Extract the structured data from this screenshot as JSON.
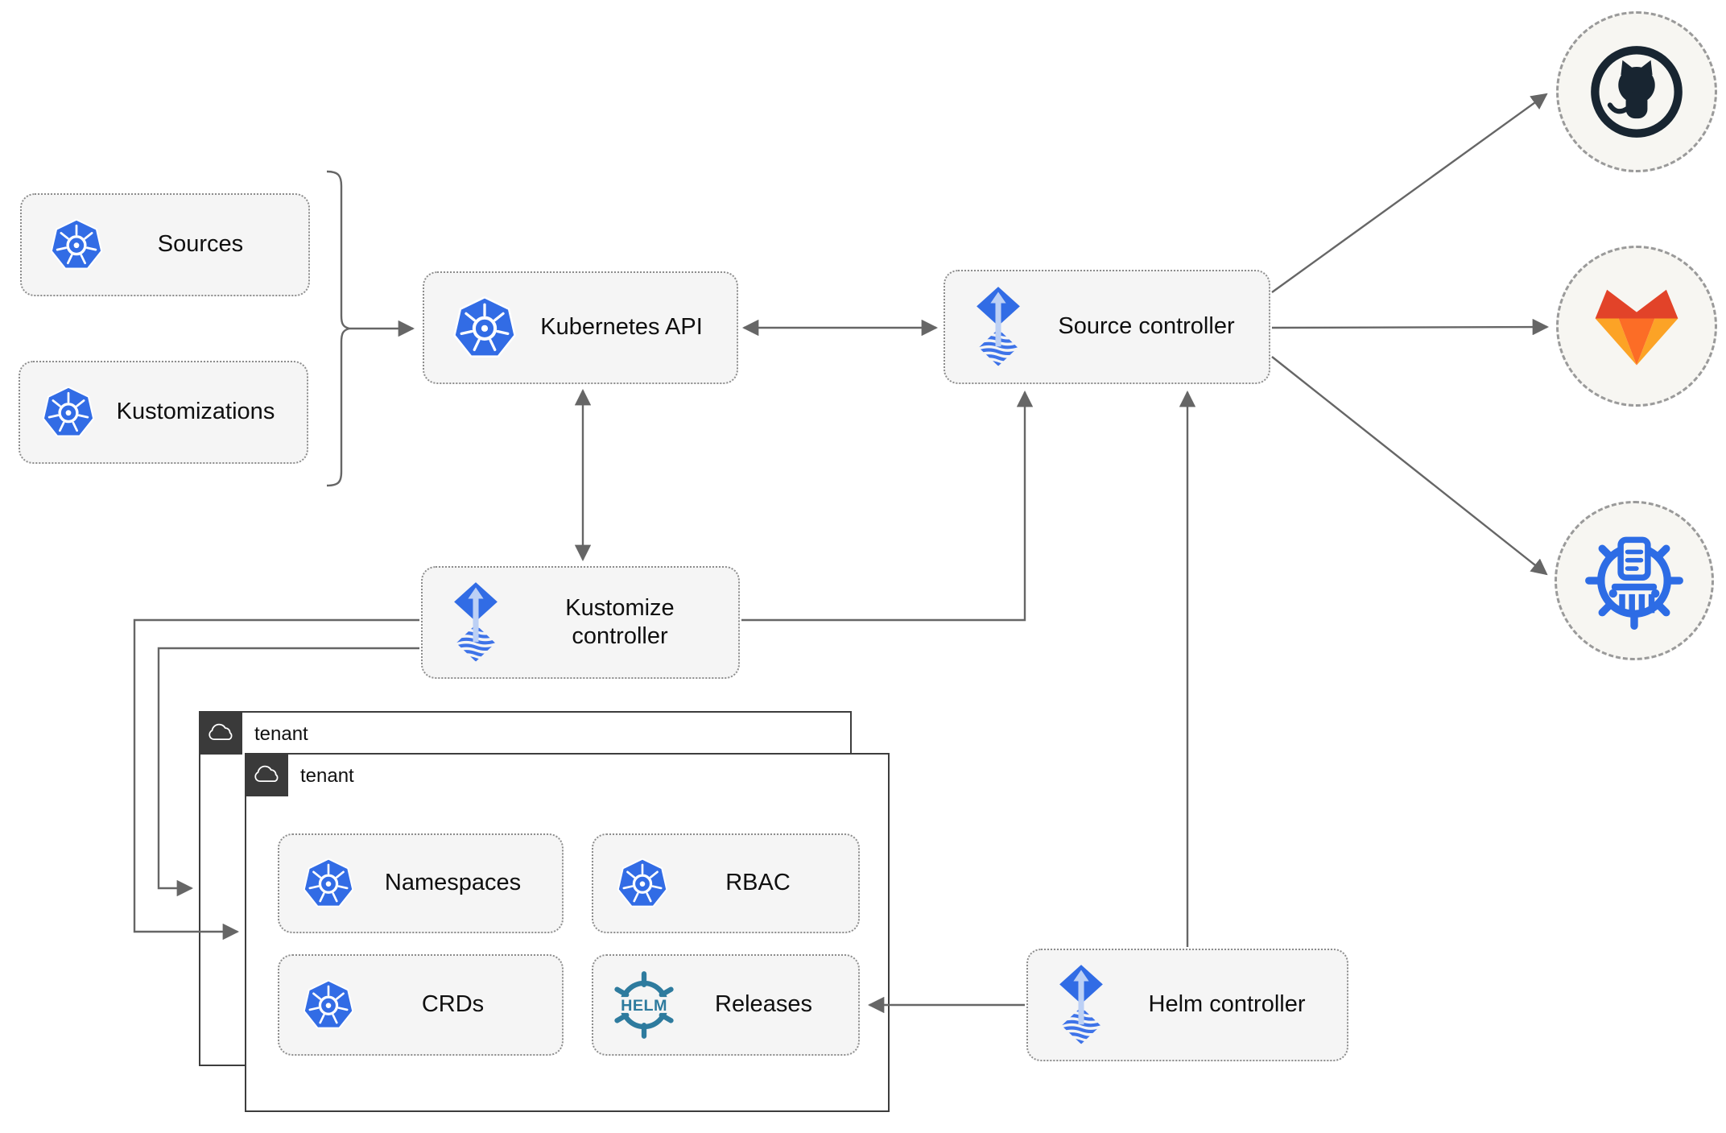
{
  "nodes": {
    "sources": "Sources",
    "kustomizations": "Kustomizations",
    "kubernetes_api": "Kubernetes API",
    "source_controller": "Source controller",
    "kustomize_controller": "Kustomize controller",
    "helm_controller": "Helm controller",
    "namespaces": "Namespaces",
    "rbac": "RBAC",
    "crds": "CRDs",
    "releases": "Releases"
  },
  "tenants": {
    "back_label": "tenant",
    "front_label": "tenant"
  },
  "icons": {
    "kubernetes": "kubernetes-logo",
    "flux": "flux-logo",
    "helm_wheel_text": "HELM",
    "cloud": "cloud-icon",
    "github": "github-logo",
    "gitlab": "gitlab-logo",
    "chartmuseum": "chartmuseum-logo"
  },
  "colors": {
    "kubernetes_blue": "#326ce5",
    "flux_blue": "#316ce5",
    "flux_light_arrow": "#bcd0f5",
    "helm_teal": "#2e7b9e",
    "github_dark": "#182531",
    "gitlab_red": "#e24329",
    "gitlab_orange": "#fc6d26",
    "gitlab_amber": "#fca326",
    "chartmuseum_blue": "#2d6ce5",
    "arrow_gray": "#666666",
    "node_fill": "#f5f5f5",
    "node_border": "#8d8d8d",
    "tenant_border": "#3d3d3d",
    "tenant_tab": "#3a3a3a",
    "external_circle_fill": "#f7f6f2"
  }
}
